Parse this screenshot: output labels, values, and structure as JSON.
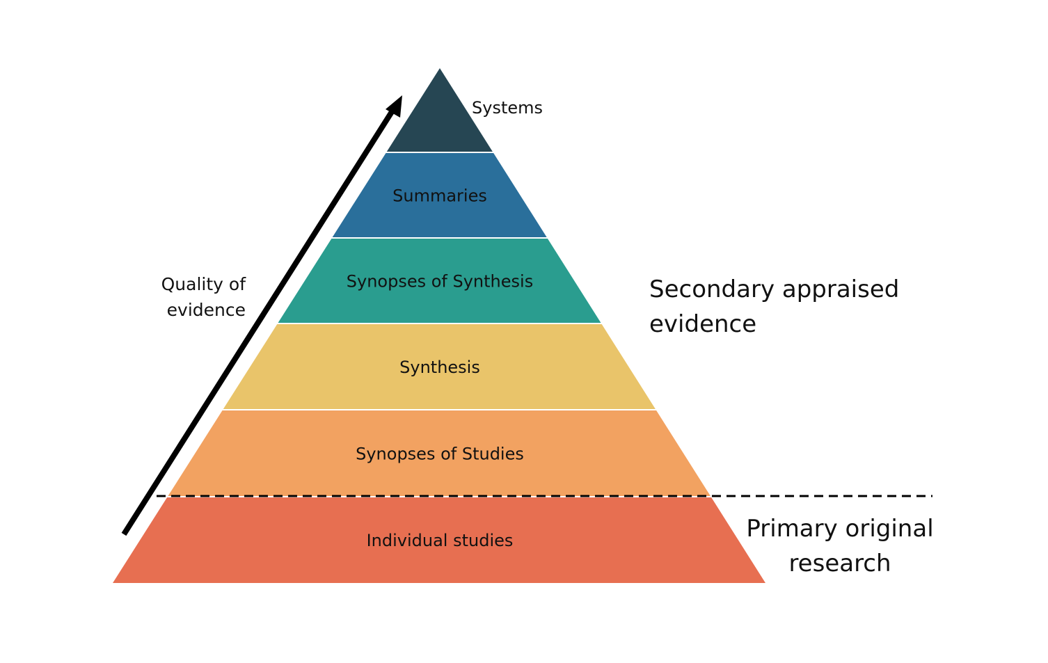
{
  "diagram": {
    "type": "evidence-pyramid",
    "levels": [
      {
        "label": "Systems",
        "color": "#264653"
      },
      {
        "label": "Summaries",
        "color": "#2a6f9b"
      },
      {
        "label": "Synopses of Synthesis",
        "color": "#2a9d8f"
      },
      {
        "label": "Synthesis",
        "color": "#e9c46a"
      },
      {
        "label": "Synopses of Studies",
        "color": "#f2a261"
      },
      {
        "label": "Individual studies",
        "color": "#e76f51"
      }
    ],
    "arrow_label_line1": "Quality of",
    "arrow_label_line2": "evidence",
    "secondary_label_line1": "Secondary appraised",
    "secondary_label_line2": "evidence",
    "primary_label_line1": "Primary original",
    "primary_label_line2": "research"
  }
}
